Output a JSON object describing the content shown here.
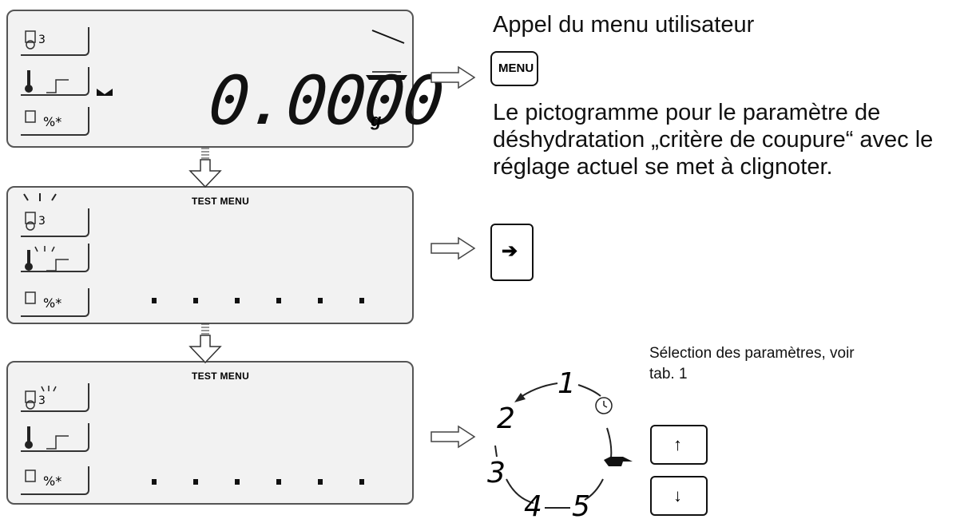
{
  "panels": {
    "panel1": {
      "weight": "0.0000",
      "unit": "g"
    },
    "panel2": {
      "title": "TEST MENU"
    },
    "panel3": {
      "title": "TEST MENU"
    }
  },
  "instructions": {
    "step1_text": "Appel du menu utilisateur",
    "menu_key_label": "MENU",
    "step2_line1": "Le pictogramme pour le paramètre de",
    "step2_line2": "déshydratation „critère de coupure“ avec le",
    "step2_line3": "réglage actuel se met à clignoter.",
    "right_key_glyph": "➔",
    "step3_line1": "Sélection des paramètres, voir",
    "step3_line2": "tab. 1",
    "up_key_glyph": "↑",
    "down_key_glyph": "↓"
  },
  "wheel": {
    "labels": [
      "1",
      "2",
      "3",
      "4",
      "5"
    ]
  },
  "icons": [
    "timer-icon",
    "temperature-profile-icon",
    "percent-icon",
    "balance-pan-icon",
    "hand-pointer-icon",
    "clock-icon"
  ]
}
